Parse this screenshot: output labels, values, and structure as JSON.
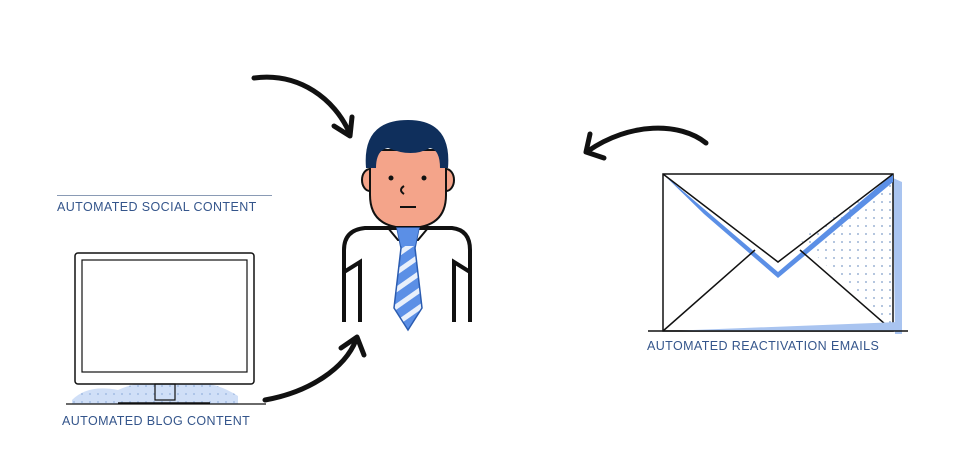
{
  "labels": {
    "social": "AUTOMATED SOCIAL CONTENT",
    "blog": "AUTOMATED BLOG CONTENT",
    "email": "AUTOMATED REACTIVATION EMAILS"
  },
  "colors": {
    "accent_blue": "#5b8fe6",
    "light_blue": "#a9c4f0",
    "navy": "#0f2f5c",
    "skin": "#f4a48a",
    "ink": "#111111",
    "label_text": "#34558b"
  },
  "icons": [
    "person-icon",
    "monitor-icon",
    "envelope-icon",
    "arrow-icon"
  ]
}
